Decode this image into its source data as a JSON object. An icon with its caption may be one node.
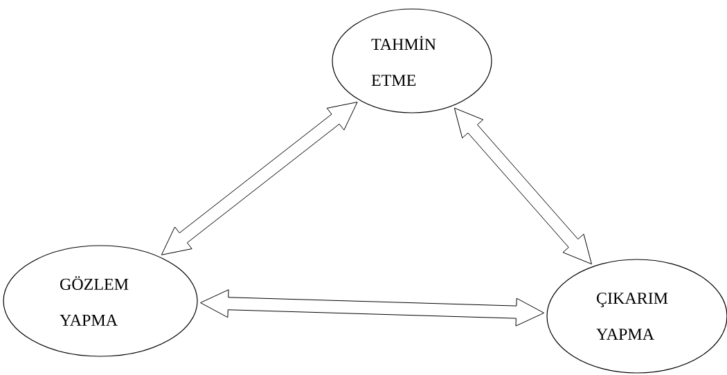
{
  "diagram": {
    "nodes": [
      {
        "text": [
          "TAHMİN ETME"
        ]
      },
      {
        "text": [
          "GÖZLEM YAPMA"
        ]
      },
      {
        "text": [
          "ÇIKARIM YAPMA"
        ]
      }
    ],
    "edges": [
      {
        "from": 1,
        "to": 0,
        "arrow": "both"
      },
      {
        "from": 0,
        "to": 2,
        "arrow": "both"
      },
      {
        "from": 1,
        "to": 2,
        "arrow": "both"
      }
    ]
  }
}
